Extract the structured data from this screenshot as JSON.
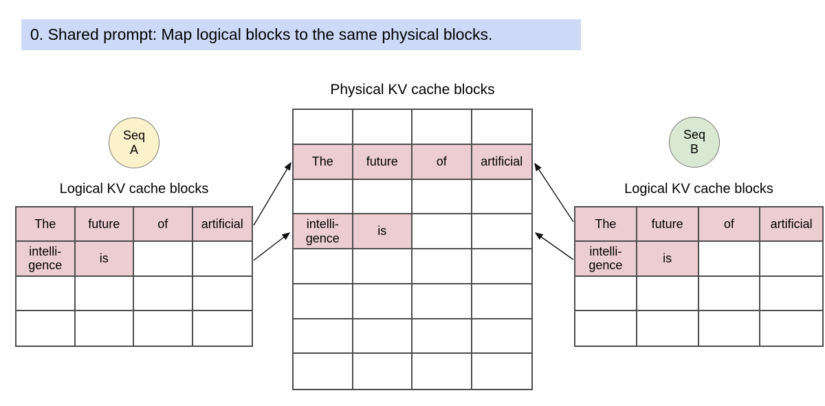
{
  "banner": {
    "text": "0. Shared prompt: Map logical blocks to the same physical blocks."
  },
  "colors": {
    "banner_bg": "#ccd9f7",
    "cell_pink": "#ecced2",
    "seq_a_fill": "#fbf1ca",
    "seq_b_fill": "#d9e8d3",
    "border": "#4d4d4d",
    "arrow": "#111111"
  },
  "titles": {
    "physical": "Physical KV cache blocks",
    "logical_a": "Logical KV cache blocks",
    "logical_b": "Logical KV cache blocks"
  },
  "sequences": {
    "a": {
      "line1": "Seq",
      "line2": "A"
    },
    "b": {
      "line1": "Seq",
      "line2": "B"
    }
  },
  "tables": {
    "physical": {
      "rows": [
        [
          "",
          "",
          "",
          ""
        ],
        [
          "The",
          "future",
          "of",
          "artificial"
        ],
        [
          "",
          "",
          "",
          ""
        ],
        [
          "intelli-\ngence",
          "is",
          "",
          ""
        ],
        [
          "",
          "",
          "",
          ""
        ],
        [
          "",
          "",
          "",
          ""
        ],
        [
          "",
          "",
          "",
          ""
        ],
        [
          "",
          "",
          "",
          ""
        ]
      ]
    },
    "logical_a": {
      "rows": [
        [
          "The",
          "future",
          "of",
          "artificial"
        ],
        [
          "intelli-\ngence",
          "is",
          "",
          ""
        ],
        [
          "",
          "",
          "",
          ""
        ],
        [
          "",
          "",
          "",
          ""
        ]
      ]
    },
    "logical_b": {
      "rows": [
        [
          "The",
          "future",
          "of",
          "artificial"
        ],
        [
          "intelli-\ngence",
          "is",
          "",
          ""
        ],
        [
          "",
          "",
          "",
          ""
        ],
        [
          "",
          "",
          "",
          ""
        ]
      ]
    }
  }
}
